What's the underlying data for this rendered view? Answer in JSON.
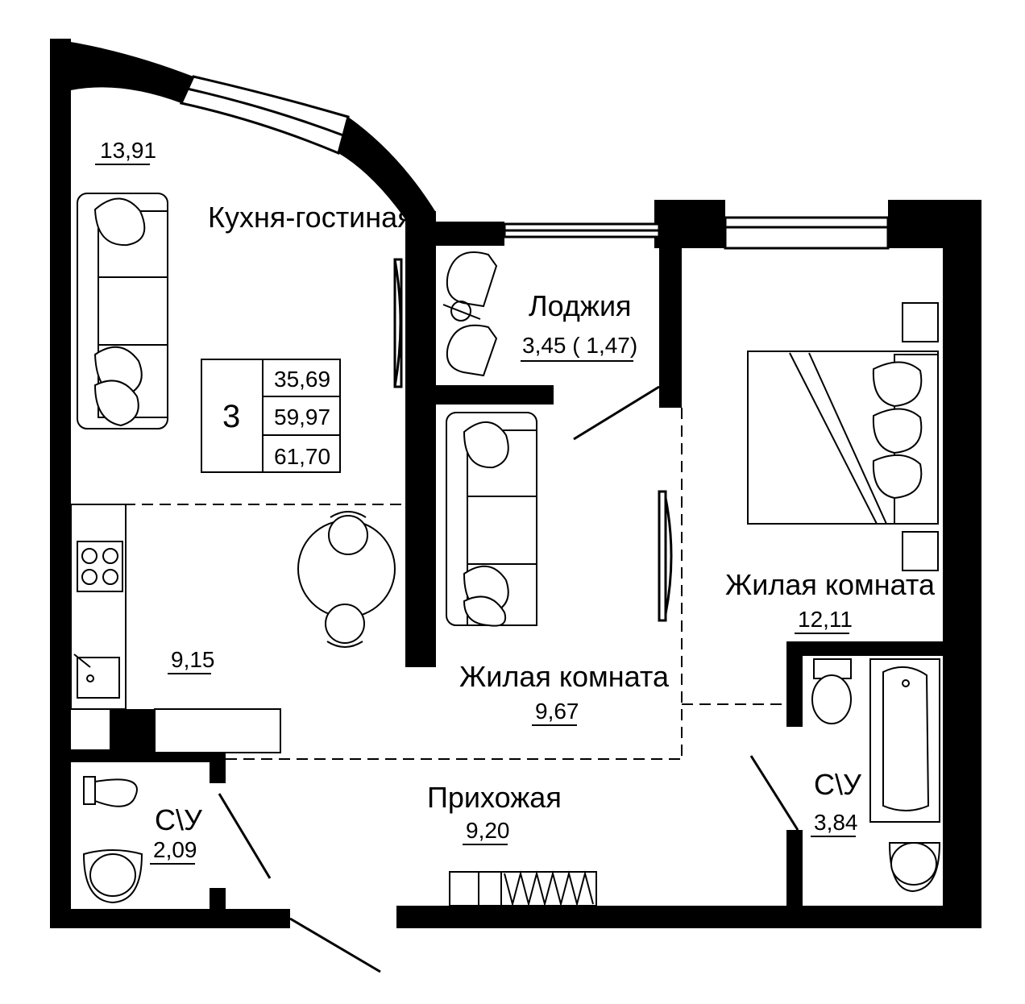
{
  "rooms": {
    "kitchen_living": {
      "name": "Кухня-гостиная",
      "area_top": "13,91",
      "area_dining": "9,15"
    },
    "loggia": {
      "name": "Лоджия",
      "area": "3,45 ( 1,47)"
    },
    "living_room_1": {
      "name": "Жилая комната",
      "area": "9,67"
    },
    "living_room_2": {
      "name": "Жилая комната",
      "area": "12,11"
    },
    "hallway": {
      "name": "Прихожая",
      "area": "9,20"
    },
    "bathroom_small": {
      "name": "С\\У",
      "area": "2,09"
    },
    "bathroom_large": {
      "name": "С\\У",
      "area": "3,84"
    }
  },
  "summary": {
    "rooms_count": "3",
    "living_area": "35,69",
    "total_area": "59,97",
    "total_area_with_loggia": "61,70"
  },
  "colors": {
    "wall": "#000000",
    "background": "#ffffff"
  }
}
